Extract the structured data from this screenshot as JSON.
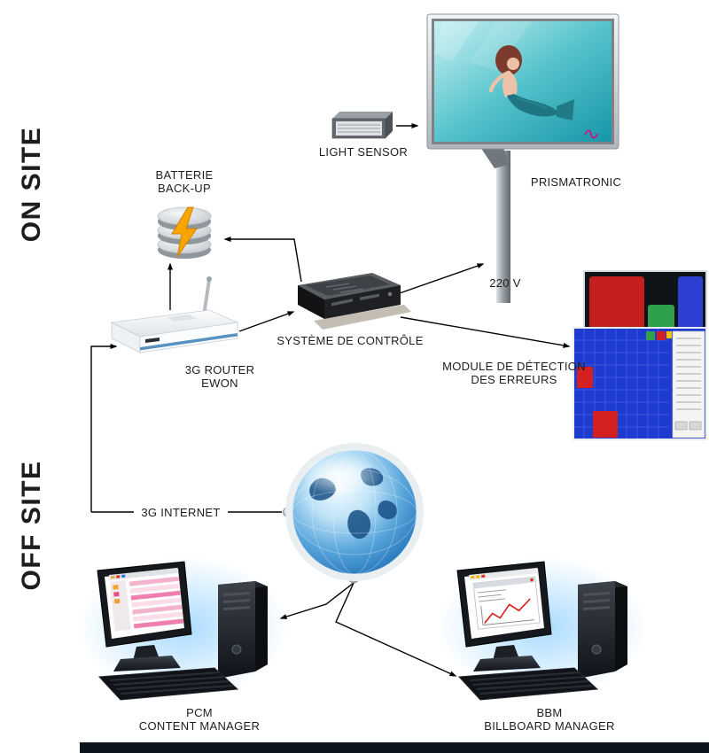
{
  "diagram": {
    "sections": {
      "on_site": "ON SITE",
      "off_site": "OFF SITE"
    },
    "nodes": {
      "light_sensor": {
        "label": "LIGHT SENSOR"
      },
      "billboard": {
        "label": "PRISMATRONIC",
        "voltage": "220 V"
      },
      "battery": {
        "line1": "BATTERIE",
        "line2": "BACK-UP"
      },
      "control": {
        "label": "SYSTÈME DE CONTRÔLE"
      },
      "router": {
        "line1": "3G ROUTER",
        "line2": "EWON"
      },
      "error_module": {
        "line1": "MODULE DE DÉTECTION",
        "line2": "DES ERREURS"
      },
      "internet": {
        "label": "3G INTERNET"
      },
      "pcm": {
        "line1": "PCM",
        "line2": "CONTENT MANAGER"
      },
      "bbm": {
        "line1": "BBM",
        "line2": "BILLBOARD MANAGER"
      }
    },
    "colors": {
      "accent_pink": "#e6007e",
      "globe_blue": "#2c7cbf",
      "alarm_red": "#c41e1e",
      "grid_blue": "#1e3bd0",
      "bolt_yellow": "#f7a600",
      "footer_bar": "#0e141d"
    }
  }
}
